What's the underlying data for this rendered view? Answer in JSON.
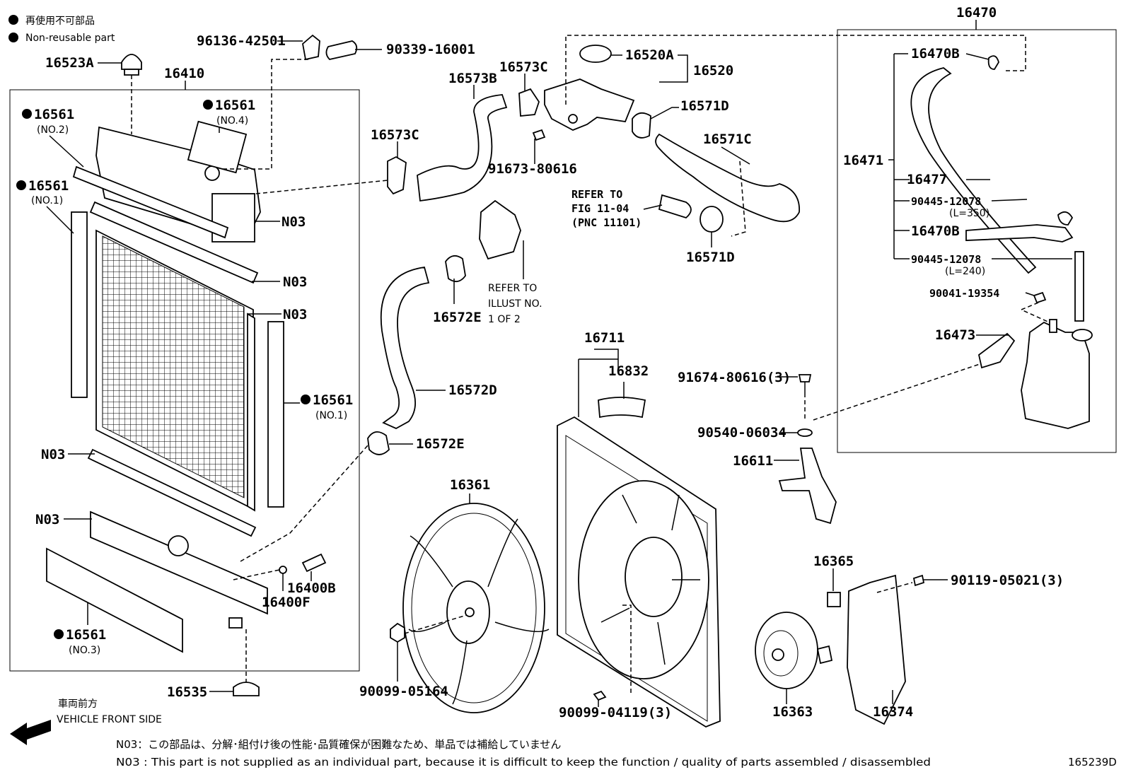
{
  "legend": {
    "jp": "再使用不可部品",
    "en": "Non-reusable part"
  },
  "labels": {
    "p16523A": "16523A",
    "p16410": "16410",
    "p96136": "96136-42501",
    "p90339": "90339-16001",
    "p16561_no4": "16561",
    "no4": "(NO.4)",
    "p16561_no2": "16561",
    "no2": "(NO.2)",
    "p16561_no1a": "16561",
    "no1a": "(NO.1)",
    "p16561_no1b": "16561",
    "no1b": "(NO.1)",
    "p16561_no3": "16561",
    "no3": "(NO.3)",
    "n03_a": "N03",
    "n03_b": "N03",
    "n03_c": "N03",
    "n03_d": "N03",
    "n03_e": "N03",
    "p16400B": "16400B",
    "p16400F": "16400F",
    "p16535": "16535",
    "p16573C_a": "16573C",
    "p16573B": "16573B",
    "p16573C_b": "16573C",
    "p91673": "91673-80616",
    "p16520A": "16520A",
    "p16520": "16520",
    "p16571D_a": "16571D",
    "p16571C": "16571C",
    "refer1_l1": "REFER TO",
    "refer1_l2": "FIG 11-04",
    "refer1_l3": "(PNC 11101)",
    "p16571D_b": "16571D",
    "refer2_l1": "REFER TO",
    "refer2_l2": "ILLUST NO.",
    "refer2_l3": "1 OF 2",
    "p16572E_a": "16572E",
    "p16572D": "16572D",
    "p16572E_b": "16572E",
    "p16361": "16361",
    "p90099_05164": "90099-05164",
    "p16711": "16711",
    "p16832": "16832",
    "p90099_04119": "90099-04119(3)",
    "p91674": "91674-80616(3)",
    "p90540": "90540-06034",
    "p16611": "16611",
    "p16365": "16365",
    "p90119": "90119-05021(3)",
    "p16363": "16363",
    "p16374": "16374",
    "p16470": "16470",
    "p16470B_a": "16470B",
    "p16471": "16471",
    "p16477": "16477",
    "p90445_a": "90445-12078",
    "l350": "(L=350)",
    "p16470B_b": "16470B",
    "p90445_b": "90445-12078",
    "l240": "(L=240)",
    "p90041": "90041-19354",
    "p16473": "16473"
  },
  "vehicle": {
    "jp": "車両前方",
    "en": "VEHICLE FRONT SIDE"
  },
  "footnotes": {
    "jp": "N03：この部品は、分解･組付け後の性能･品質確保が困難なため、単品では補給していません",
    "en": "N03 : This part is not supplied as an individual part, because it is difficult to keep the function / quality of parts assembled / disassembled"
  },
  "figure_id": "165239D"
}
